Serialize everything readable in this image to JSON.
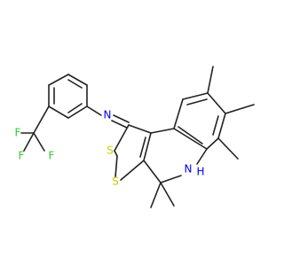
{
  "molecule": {
    "atoms": {
      "F1": "F",
      "F2": "F",
      "F3": "F",
      "N_imine": "N",
      "S1": "S",
      "S2": "S",
      "N_H": "N",
      "H": "H"
    },
    "colors": {
      "bond": "#222222",
      "fluorine": "#33CC33",
      "nitrogen": "#0000FF",
      "sulfur": "#CCCC00",
      "hydrogen": "#0000FF"
    }
  }
}
